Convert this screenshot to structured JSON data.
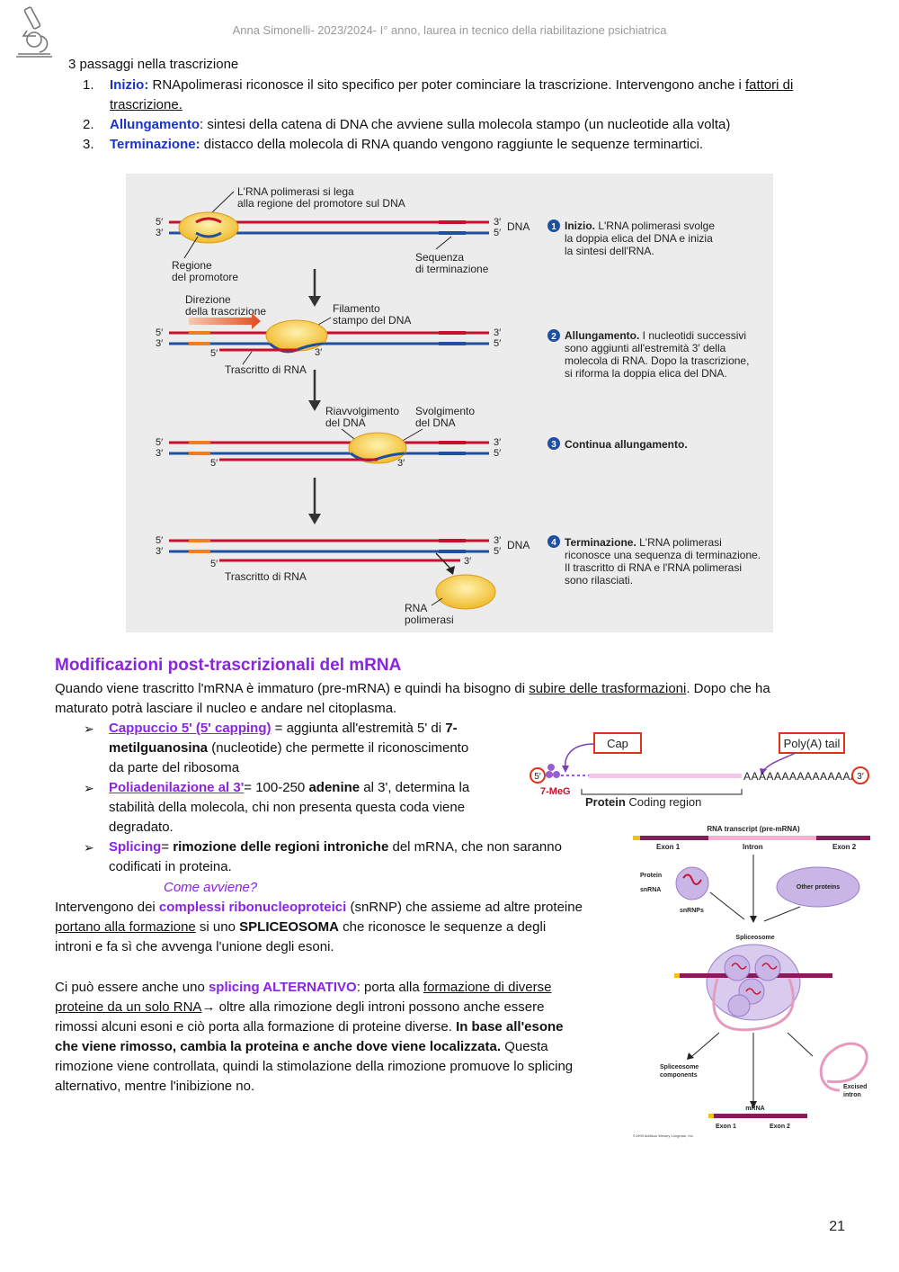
{
  "header": {
    "text": "Anna Simonelli- 2023/2024- I° anno, laurea in tecnico della riabilitazione psichiatrica"
  },
  "intro_line": "3 passaggi nella trascrizione",
  "steps": [
    {
      "num": "1.",
      "term": "Inizio:",
      "text": " RNApolimerasi riconosce il sito specifico per poter cominciare la trascrizione. Intervengono anche i ",
      "link": "fattori di trascrizione."
    },
    {
      "num": "2.",
      "term": "Allungamento",
      "text": ": sintesi della catena di DNA che avviene sulla molecola stampo (un nucleotide alla volta)"
    },
    {
      "num": "3.",
      "term": "Terminazione:",
      "text": " distacco della molecola di RNA quando vengono raggiunte le sequenze terminartici."
    }
  ],
  "fig1": {
    "top_label_1": "L'RNA polimerasi si lega",
    "top_label_2": "alla regione del promotore sul DNA",
    "five": "5′",
    "three": "3′",
    "dna": "DNA",
    "promoter_1": "Regione",
    "promoter_2": "del promotore",
    "term_seq_1": "Sequenza",
    "term_seq_2": "di terminazione",
    "direction_1": "Direzione",
    "direction_2": "della trascrizione",
    "template_1": "Filamento",
    "template_2": "stampo del DNA",
    "transcript": "Trascritto di RNA",
    "rewind_1": "Riavvolgimento",
    "rewind_2": "del DNA",
    "unwind_1": "Svolgimento",
    "unwind_2": "del DNA",
    "rnapol_1": "RNA",
    "rnapol_2": "polimerasi",
    "steps": [
      {
        "n": "1",
        "title": "Inizio.",
        "lines": [
          " L'RNA polimerasi svolge",
          "la doppia elica del DNA e inizia",
          "la sintesi dell'RNA."
        ]
      },
      {
        "n": "2",
        "title": "Allungamento.",
        "lines": [
          " I nucleotidi successivi",
          "sono aggiunti all'estremità 3′ della",
          "molecola di RNA. Dopo la trascrizione,",
          "si riforma la doppia elica del DNA."
        ]
      },
      {
        "n": "3",
        "title": "Continua allungamento.",
        "lines": [
          ""
        ]
      },
      {
        "n": "4",
        "title": "Terminazione.",
        "lines": [
          " L'RNA polimerasi",
          "riconosce una sequenza di terminazione.",
          "Il trascritto di RNA e l'RNA polimerasi",
          "sono rilasciati."
        ]
      }
    ]
  },
  "section_title": "Modificazioni post-trascrizionali del mRNA",
  "para1": {
    "a": "Quando viene trascritto l'mRNA è immaturo (pre-mRNA) e quindi ha bisogno di ",
    "u": "subire delle trasformazioni",
    "b": ". Dopo che ha",
    "line2": "maturato potrà lasciare il nucleo e andare nel citoplasma."
  },
  "bullets": {
    "cap_term": "Cappuccio 5' (5' capping)",
    "cap_a": " = aggiunta all'estremità 5' di ",
    "cap_b": "7-",
    "cap_line2_b": "metilguanosina",
    "cap_line2": " (nucleotide) che permette il riconoscimento",
    "cap_line3": "da parte del ribosoma",
    "poly_term": "Poliadenilazione al 3'",
    "poly_a": "= 100-250 ",
    "poly_b": "adenine",
    "poly_c": " al 3', determina la",
    "poly_line2": "stabilità della molecola, chi non presenta questa coda viene",
    "poly_line3": "degradato.",
    "spl_term": "Splicing",
    "spl_a": "= ",
    "spl_b": "rimozione delle regioni introniche",
    "spl_c": " del mRNA, che non saranno",
    "spl_line2": "codificati in proteina.",
    "question": "Come avviene?"
  },
  "para2": {
    "a": "Intervengono dei ",
    "p": "complessi ribonucleoproteici",
    "b": " (snRNP) che assieme ad altre proteine",
    "u": "portano alla formazione",
    "c": " si uno ",
    "bold": "SPLICEOSOMA",
    "d": " che riconosce le sequenze a degli",
    "line3": "introni e fa sì che avvenga l'unione degli esoni."
  },
  "para3": {
    "a": "Ci può essere anche uno ",
    "p": "splicing ALTERNATIVO",
    "b": ": porta alla ",
    "u1": "formazione di diverse",
    "u2": "proteine da un solo RNA",
    "arrow": "→",
    "c": " oltre alla rimozione degli introni possono anche essere",
    "line3": "rimossi alcuni esoni e ciò porta alla formazione di proteine diverse. ",
    "bold1": "In base all'esone",
    "bold2": "che viene rimosso, cambia la proteina e anche dove viene localizzata.",
    "d": " Questa",
    "line5": "rimozione viene controllata, quindi la stimolazione della rimozione promuove lo splicing",
    "line6": "alternativo, mentre l'inibizione no."
  },
  "fig2": {
    "cap": "Cap",
    "polya": "Poly(A) tail",
    "five": "5′",
    "three": "3′",
    "meg": "7-MeG",
    "polya_seq": "AAAAAAAAAAAAAAA",
    "coding_b": "Protein",
    "coding": " Coding region"
  },
  "fig3": {
    "title": "RNA transcript (pre-mRNA)",
    "exon1": "Exon 1",
    "intron": "Intron",
    "exon2": "Exon 2",
    "protein": "Protein",
    "snrna": "snRNA",
    "snrnps": "snRNPs",
    "other": "Other proteins",
    "spliceosome": "Spliceosome",
    "components_1": "Spliceosome",
    "components_2": "components",
    "excised_1": "Excised",
    "excised_2": "intron",
    "mrna": "mRNA",
    "copyright": "©1999 Addison Wesley Longman, Inc."
  },
  "page_number": "21",
  "colors": {
    "blue_term": "#1a34c8",
    "purple": "#8a24e0",
    "dna_red": "#c8102e",
    "dna_blue": "#1f4fa0"
  }
}
